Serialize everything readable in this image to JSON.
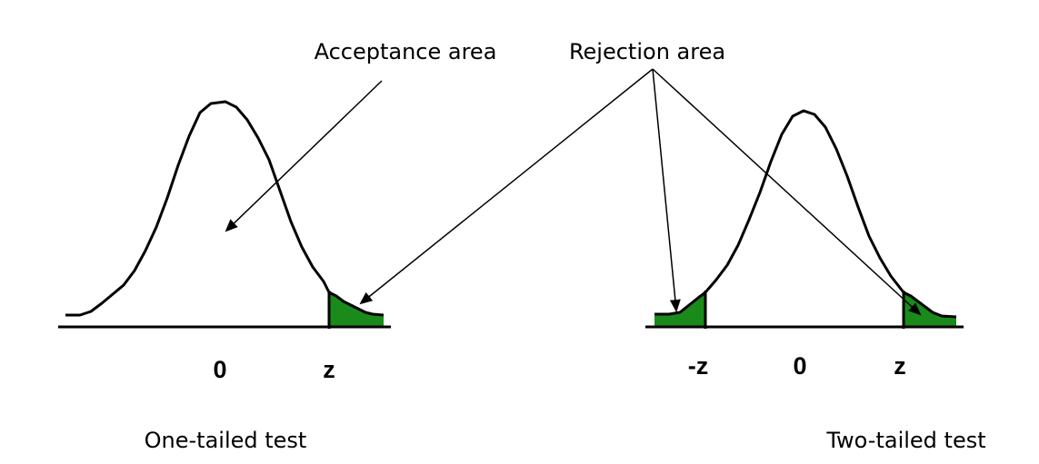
{
  "labels": {
    "acceptance": "Acceptance area",
    "rejection": "Rejection area",
    "one_tailed": "One-tailed test",
    "two_tailed": "Two-tailed test"
  },
  "ticks": {
    "left_zero": "0",
    "left_z": "z",
    "right_neg_z": "-z",
    "right_zero": "0",
    "right_z": "z"
  },
  "colors": {
    "rejection_fill": "#1a8a1a",
    "line": "#000000"
  }
}
